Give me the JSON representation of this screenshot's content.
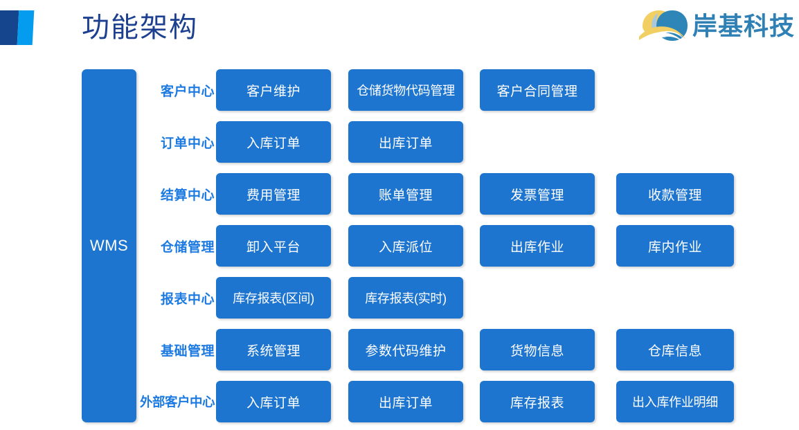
{
  "header": {
    "title": "功能架构",
    "mark_dark_color": "#15458c",
    "mark_light_color": "#039cef",
    "title_color": "#1c3f8f"
  },
  "logo": {
    "text": "岸基科技",
    "text_color": "#2f80b4",
    "emblem_blue": "#2e86b8",
    "emblem_gold": "#f2cf63",
    "emblem_pale": "#a8c8dd"
  },
  "diagram": {
    "spine_label": "WMS",
    "accent_color": "#1e75d0",
    "label_color": "#1c7ae0",
    "rows": [
      {
        "label": "客户中心",
        "cells": [
          "客户维护",
          "仓储货物代码管理",
          "客户合同管理"
        ]
      },
      {
        "label": "订单中心",
        "cells": [
          "入库订单",
          "出库订单"
        ]
      },
      {
        "label": "结算中心",
        "cells": [
          "费用管理",
          "账单管理",
          "发票管理",
          "收款管理"
        ]
      },
      {
        "label": "仓储管理",
        "cells": [
          "卸入平台",
          "入库派位",
          "出库作业",
          "库内作业"
        ]
      },
      {
        "label": "报表中心",
        "cells": [
          "库存报表(区间)",
          "库存报表(实时)"
        ]
      },
      {
        "label": "基础管理",
        "cells": [
          "系统管理",
          "参数代码维护",
          "货物信息",
          "仓库信息"
        ]
      },
      {
        "label": "外部客户中心",
        "cells": [
          "入库订单",
          "出库订单",
          "库存报表",
          "出入库作业明细"
        ]
      }
    ]
  }
}
